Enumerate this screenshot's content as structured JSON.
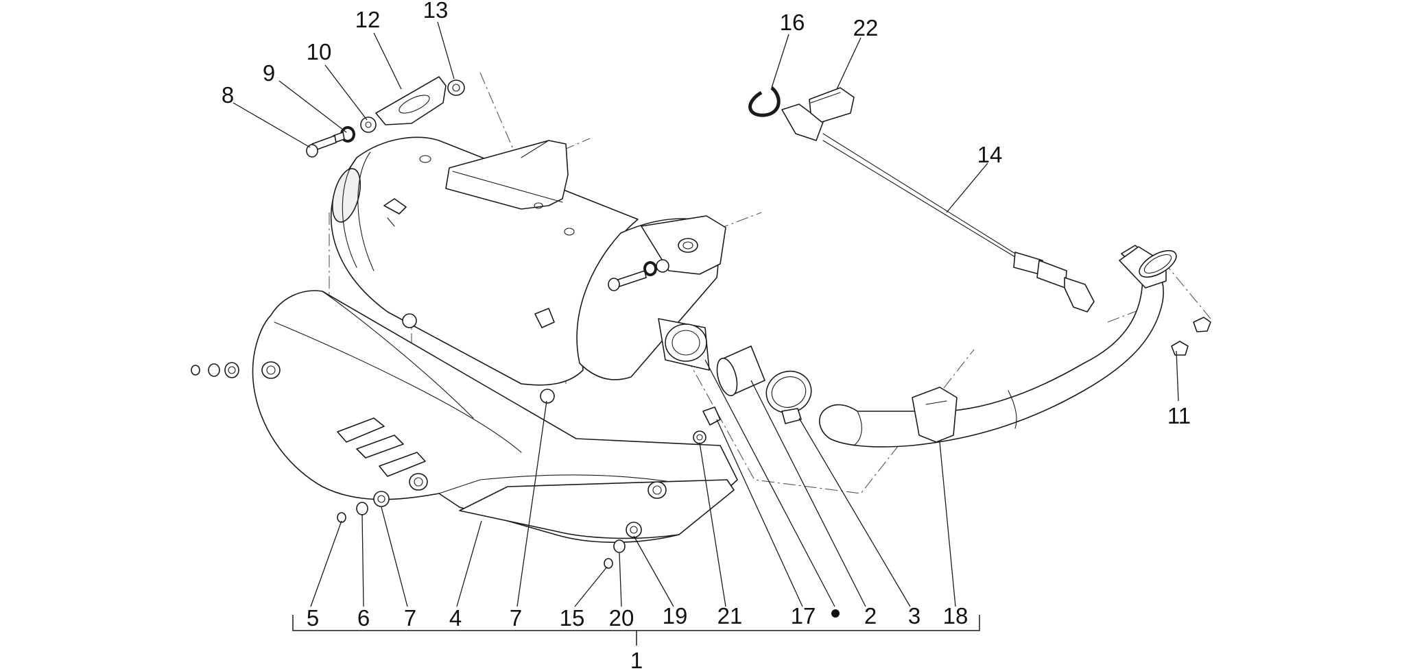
{
  "callouts": [
    {
      "id": "c8",
      "label": "8"
    },
    {
      "id": "c9",
      "label": "9"
    },
    {
      "id": "c10",
      "label": "10"
    },
    {
      "id": "c12",
      "label": "12"
    },
    {
      "id": "c13",
      "label": "13"
    },
    {
      "id": "c16",
      "label": "16"
    },
    {
      "id": "c22",
      "label": "22"
    },
    {
      "id": "c14",
      "label": "14"
    },
    {
      "id": "c11",
      "label": "11"
    },
    {
      "id": "c5",
      "label": "5"
    },
    {
      "id": "c6",
      "label": "6"
    },
    {
      "id": "c7a",
      "label": "7"
    },
    {
      "id": "c4",
      "label": "4"
    },
    {
      "id": "c7b",
      "label": "7"
    },
    {
      "id": "c15",
      "label": "15"
    },
    {
      "id": "c20",
      "label": "20"
    },
    {
      "id": "c19",
      "label": "19"
    },
    {
      "id": "c21",
      "label": "21"
    },
    {
      "id": "c17",
      "label": "17"
    },
    {
      "id": "c2",
      "label": "2"
    },
    {
      "id": "c3",
      "label": "3"
    },
    {
      "id": "c18",
      "label": "18"
    },
    {
      "id": "c1",
      "label": "1"
    }
  ],
  "colors": {
    "line": "#1a1a1a",
    "background": "#ffffff"
  }
}
